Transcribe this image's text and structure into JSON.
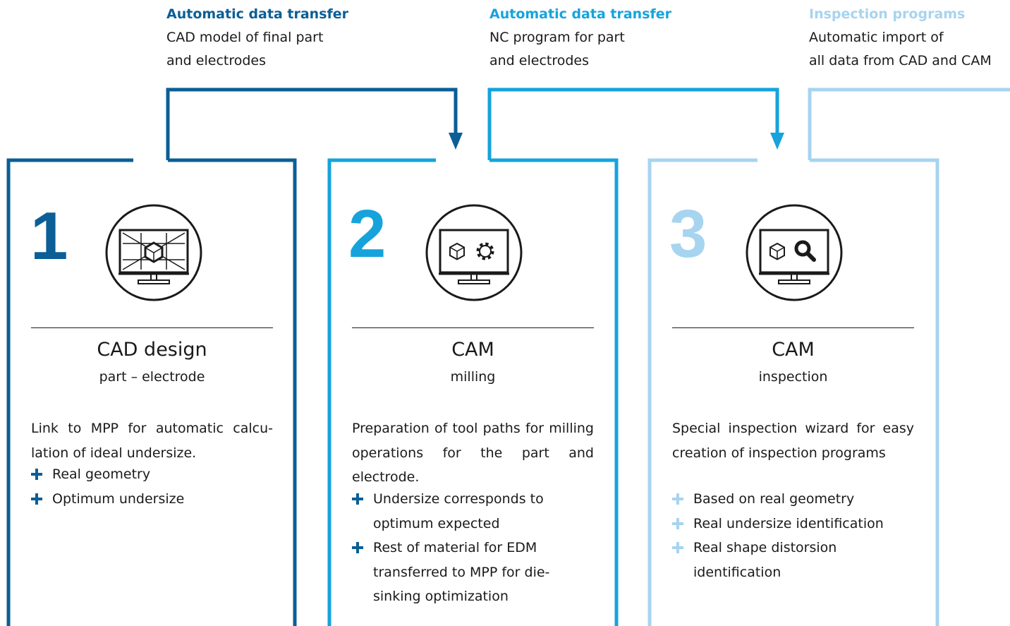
{
  "colors": {
    "dark": "#0b5e96",
    "mid": "#16a3dc",
    "light": "#a7d4ef"
  },
  "transfers": [
    {
      "title": "Automatic data transfer",
      "lines": [
        "CAD model of final part",
        "and electrodes"
      ]
    },
    {
      "title": "Automatic data transfer",
      "lines": [
        "NC program for part",
        "and electrodes"
      ]
    },
    {
      "title": "Inspection programs",
      "lines": [
        "Automatic import of",
        "all data from CAD and CAM"
      ]
    }
  ],
  "cards": [
    {
      "number": "1",
      "icon": "monitor-cad-wireframe-icon",
      "title": "CAD design",
      "subtitle": "part – electrode",
      "description": "Link to MPP for automatic calcu­lation of ideal undersize.",
      "bullets": [
        "Real geometry",
        "Optimum undersize"
      ]
    },
    {
      "number": "2",
      "icon": "monitor-cube-gear-icon",
      "title": "CAM",
      "subtitle": "milling",
      "description": "Preparation of tool paths for mill­ing operations for the part and electrode.",
      "bullets": [
        "Undersize corresponds to optimum expected",
        "Rest of material for EDM transferred to MPP for die-sinking optimization"
      ]
    },
    {
      "number": "3",
      "icon": "monitor-cube-magnifier-icon",
      "title": "CAM",
      "subtitle": "inspection",
      "description": "Special inspection wizard for easy creation of inspection pro­grams",
      "bullets": [
        "Based on real geometry",
        "Real undersize identification",
        "Real shape distorsion identification"
      ]
    }
  ]
}
